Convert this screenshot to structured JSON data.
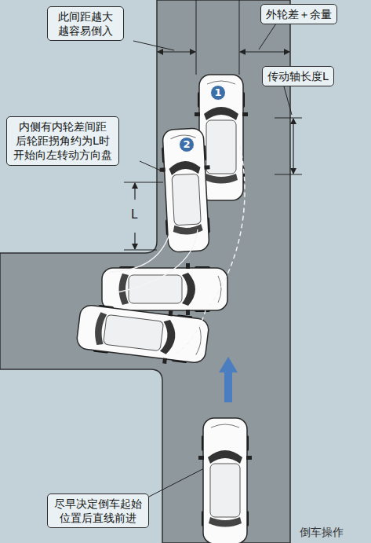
{
  "diagram": {
    "nodes": [
      {
        "text": [
          "此间距越大 越容易倒入"
        ]
      },
      {
        "text": [
          "外轮差＋余量"
        ]
      },
      {
        "text": [
          "1"
        ]
      },
      {
        "text": [
          "传动轴长度L"
        ]
      },
      {
        "text": [
          "2"
        ]
      },
      {
        "text": [
          "内侧有内轮差间距 后轮距拐角约为L时 开始向左转动方向盘"
        ]
      },
      {
        "text": [
          "尽早决定倒车起始 位置后直线前进"
        ]
      }
    ],
    "labels": [
      "L",
      "倒车操作"
    ]
  }
}
